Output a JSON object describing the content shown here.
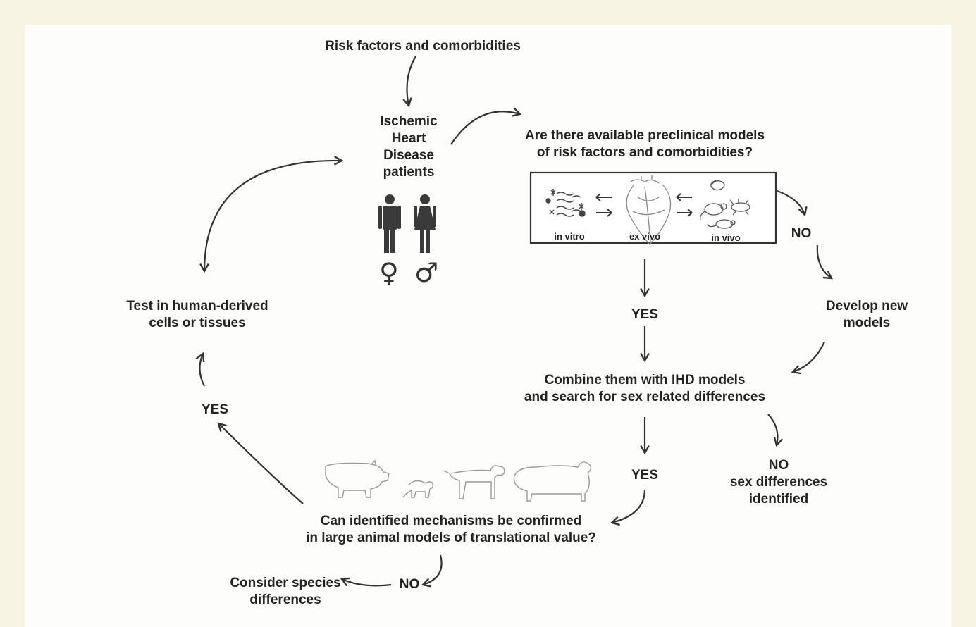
{
  "labels": {
    "risk_factors": "Risk factors and comorbidities",
    "ihd_patients": "Ischemic\nHeart\nDisease\npatients",
    "models_question": "Are there available preclinical models\nof risk factors and comorbidities?",
    "no_1": "NO",
    "develop_models": "Develop new\nmodels",
    "yes_1": "YES",
    "combine": "Combine them with IHD models\nand search for sex related differences",
    "yes_2": "YES",
    "no_sex_diff": "NO\nsex differences\nidentified",
    "confirm_question": "Can identified mechanisms be confirmed\nin large animal models of translational value?",
    "no_2": "NO",
    "species_diff": "Consider species\ndifferences",
    "yes_3": "YES",
    "test_human": "Test in human-derived\ncells or tissues"
  },
  "model_box": {
    "in_vitro": "in vitro",
    "ex_vivo": "ex vivo",
    "in_vivo": "in vivo"
  },
  "symbols": {
    "female": "♀",
    "male": "♂"
  },
  "colors": {
    "background": "#f8f4e4",
    "panel": "#fdfdfb",
    "ink": "#222222",
    "figure": "#3a3a3a",
    "sketch": "#999999"
  }
}
